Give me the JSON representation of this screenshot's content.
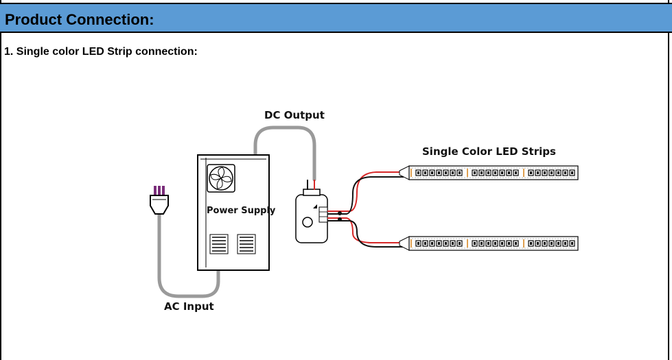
{
  "header": {
    "title": "Product Connection:",
    "background_color": "#5b9bd5"
  },
  "section": {
    "title": "1. Single color LED Strip connection:"
  },
  "diagram": {
    "labels": {
      "dc_output": "DC Output",
      "power_supply": "Power Supply",
      "ac_input": "AC Input",
      "led_strips": "Single Color LED Strips"
    },
    "components": [
      {
        "name": "plug",
        "icon": "ac-plug-icon"
      },
      {
        "name": "power_supply",
        "icon": "fan-icon"
      },
      {
        "name": "controller",
        "icon": "knob-icon"
      },
      {
        "name": "led_strip_top",
        "icon": "led-strip-icon"
      },
      {
        "name": "led_strip_bottom",
        "icon": "led-strip-icon"
      }
    ],
    "colors": {
      "cable": "#9a9a9a",
      "wire_red": "#d62828",
      "wire_black": "#111111",
      "plug_prongs": "#7a2d7a"
    }
  }
}
